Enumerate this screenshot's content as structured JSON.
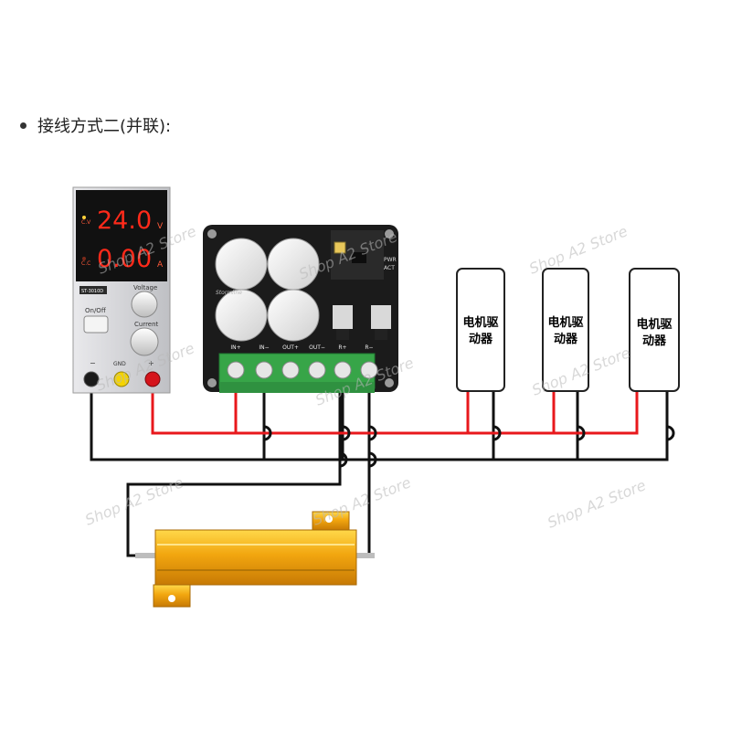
{
  "heading": "接线方式二(并联):",
  "watermark": "Shop A2 Store",
  "power_supply": {
    "voltage_display": "24.0",
    "voltage_unit": "V",
    "current_display": "0.00",
    "current_unit": "A",
    "cv_label": "C.V",
    "cc_label": "C.C",
    "model_label": "ST-3010D",
    "voltage_knob_label": "Voltage",
    "current_knob_label": "Current",
    "switch_label": "On/Off",
    "minus_label": "−",
    "gnd_label": "GND",
    "plus_label": "+",
    "display_color": "#ff2a1a"
  },
  "module": {
    "brand": "Stormline",
    "led_pwr": "PWR",
    "led_act": "ACT",
    "terminals": [
      "IN+",
      "IN−",
      "OUT+",
      "OUT−",
      "R+",
      "R−"
    ]
  },
  "drivers": [
    "电机驱动器",
    "电机驱动器",
    "电机驱动器"
  ],
  "wire_colors": {
    "positive": "#e8181c",
    "negative": "#111111"
  }
}
